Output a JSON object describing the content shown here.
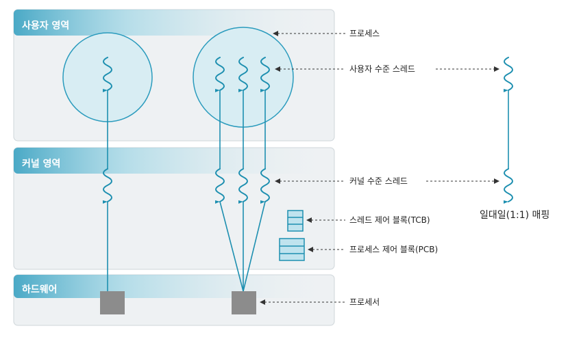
{
  "regions": {
    "user": "사용자 영역",
    "kernel": "커널 영역",
    "hardware": "하드웨어"
  },
  "labels": {
    "process": "프로세스",
    "user_thread": "사용자 수준 스레드",
    "kernel_thread": "커널 수준 스레드",
    "tcb": "스레드 제어 블록(TCB)",
    "pcb": "프로세스 제어 블록(PCB)",
    "processor": "프로세서",
    "mapping": "일대일(1:1) 매핑"
  },
  "colors": {
    "region_bg": "#eef1f3",
    "title_bar": "#5fb9d2",
    "circle_fill": "#d8edf3",
    "circle_stroke": "#2a9bbd",
    "thread": "#1d8fb0",
    "block": "#888888",
    "dash": "#333333"
  }
}
